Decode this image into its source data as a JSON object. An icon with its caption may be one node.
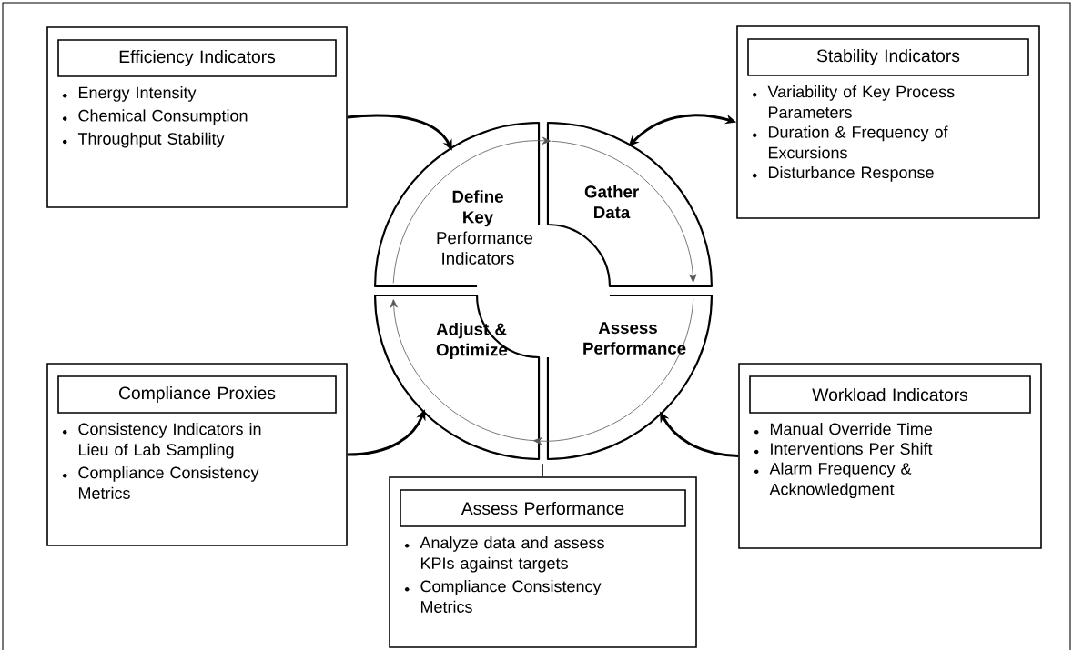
{
  "diagram": {
    "nodes": [
      {
        "text": [
          "Energy Intensity",
          "Chemical Consumption",
          "Throughput Stability"
        ]
      },
      {
        "text": [
          "Efficiency Indicators"
        ],
        "in": 0
      },
      {
        "text": [
          "Variability of Key Process Parameters",
          "Duration & Frequency of Excursions",
          "Disturbance Response"
        ]
      },
      {
        "text": [
          "Stability Indicators"
        ],
        "in": 2
      },
      {
        "text": [
          "**Define Key** Performance Indicators"
        ]
      },
      {
        "text": [
          "Gather Data"
        ]
      },
      {
        "text": [
          "Adjust & Optimize"
        ]
      },
      {
        "text": [
          "Assess Performance"
        ]
      },
      {
        "text": [
          "Consistency Indicators in Lieu of Lab Sampling",
          "Compliance Consistency Metrics"
        ]
      },
      {
        "text": [
          "Compliance Proxies"
        ],
        "in": 8
      },
      {
        "text": [
          "Manual Override Time",
          "Interventions Per Shift",
          "Alarm Frequency & Acknowledgment"
        ]
      },
      {
        "text": [
          "Workload Indicators"
        ],
        "in": 10
      },
      {
        "text": [
          "Analyze data and assess KPIs against targets",
          "Compliance Consistency Metrics"
        ]
      },
      {
        "text": [
          "Assess Performance"
        ],
        "in": 12
      }
    ],
    "edges": [
      {
        "from": 0,
        "to": 4,
        "arrow": "to",
        "style": "thick"
      },
      {
        "from": 2,
        "to": 5,
        "arrow": "both",
        "style": "thick"
      },
      {
        "from": 8,
        "to": 6,
        "arrow": "to",
        "style": "thick"
      },
      {
        "from": 10,
        "to": 7,
        "arrow": "to",
        "style": "thick"
      },
      {
        "from": 12,
        "to": 7,
        "arrow": "none"
      },
      {
        "from": 4,
        "to": 5,
        "arrow": "to",
        "color": "#555555"
      },
      {
        "from": 5,
        "to": 7,
        "arrow": "to",
        "color": "#555555"
      },
      {
        "from": 7,
        "to": 6,
        "arrow": "to",
        "color": "#555555"
      },
      {
        "from": 6,
        "to": 4,
        "arrow": "to",
        "color": "#555555"
      }
    ]
  }
}
